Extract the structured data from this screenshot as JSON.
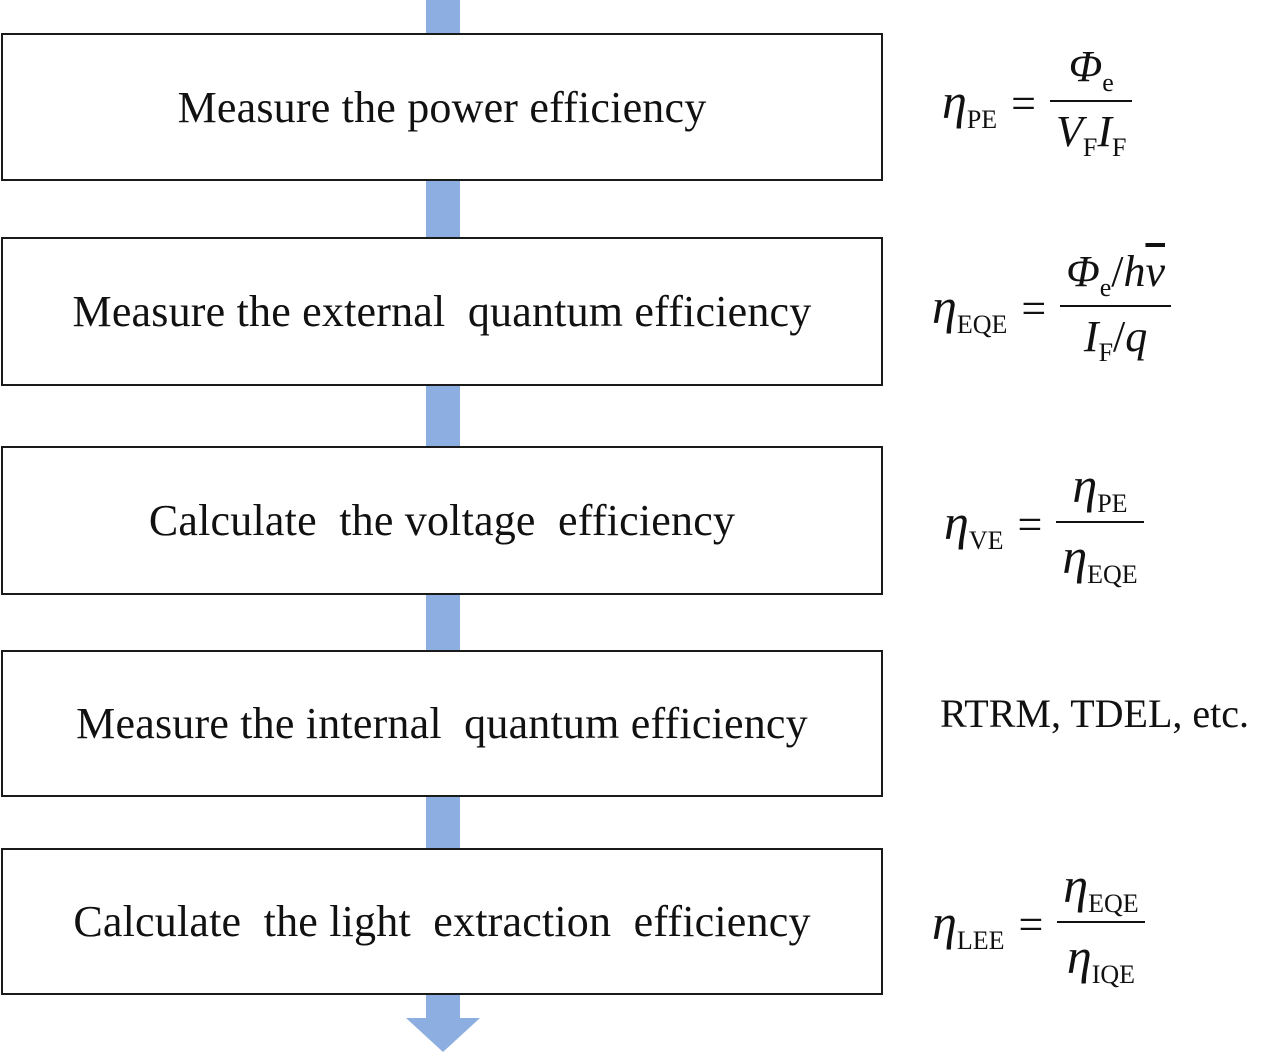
{
  "colors": {
    "accent": "#8daee0",
    "border": "#1a1a1a"
  },
  "steps": [
    {
      "label": "Measure the power efficiency"
    },
    {
      "label": "Measure the external  quantum efficiency"
    },
    {
      "label": "Calculate  the voltage  efficiency"
    },
    {
      "label": "Measure the internal  quantum efficiency"
    },
    {
      "label": "Calculate  the light  extraction  efficiency"
    }
  ],
  "equations": {
    "pe": {
      "lhs_symbol": "η",
      "lhs_sub": "PE",
      "equals": "=",
      "num_phi": "Φ",
      "num_sub": "e",
      "den_v": "V",
      "den_v_sub": "F",
      "den_i": "I",
      "den_i_sub": "F"
    },
    "eqe": {
      "lhs_symbol": "η",
      "lhs_sub": "EQE",
      "equals": "=",
      "num_phi": "Φ",
      "num_sub": "e",
      "num_rest_slash": "/",
      "num_h": "h",
      "num_nu": "ν",
      "den_i": "I",
      "den_i_sub": "F",
      "den_slash": "/",
      "den_q": "q"
    },
    "ve": {
      "lhs_symbol": "η",
      "lhs_sub": "VE",
      "equals": "=",
      "num_symbol": "η",
      "num_sub": "PE",
      "den_symbol": "η",
      "den_sub": "EQE"
    },
    "lee": {
      "lhs_symbol": "η",
      "lhs_sub": "LEE",
      "equals": "=",
      "num_symbol": "η",
      "num_sub": "EQE",
      "den_symbol": "η",
      "den_sub": "IQE"
    }
  },
  "method_note": "RTRM, TDEL, etc."
}
